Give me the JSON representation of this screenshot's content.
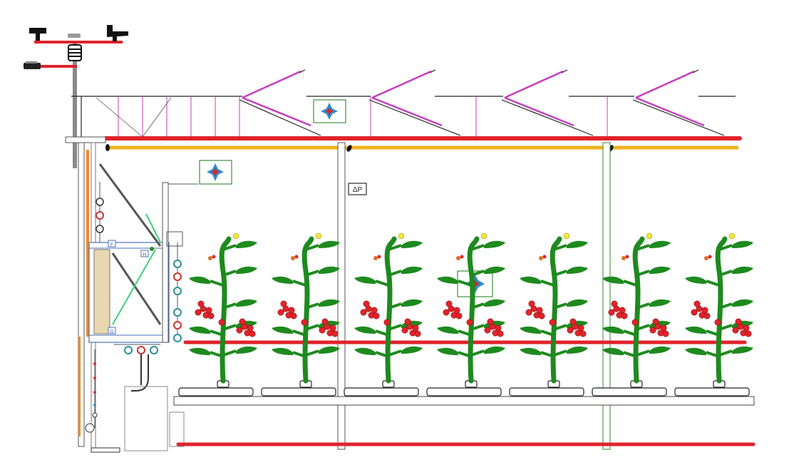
{
  "labels": {
    "delta_p": "ΔP",
    "section_f": "F",
    "section_g": "G",
    "section_h": "H"
  },
  "plants": {
    "count": 7
  },
  "colors": {
    "heating_pipe": "#e0232b",
    "yellow_pipe": "#f2b21d",
    "orange_duct": "#f08a24",
    "plant_green": "#1e8a1e",
    "fruit_red": "#e2232a",
    "flower_yellow": "#f2e640",
    "screen_magenta": "#c63dbf",
    "sensor_box_border": "#3e8f3e",
    "sensor_symbol_blue": "#2a8fd0",
    "sensor_symbol_red": "#d8262c",
    "gutter_green": "#2e8b2e",
    "air_handling_panel": "#e8d7b0"
  },
  "icons": [
    "wind-vane-icon",
    "anemometer-icon",
    "weather-sensor-icon",
    "radiation-shield-icon",
    "climate-sensor-box-icon",
    "pressure-gauge-icon"
  ]
}
